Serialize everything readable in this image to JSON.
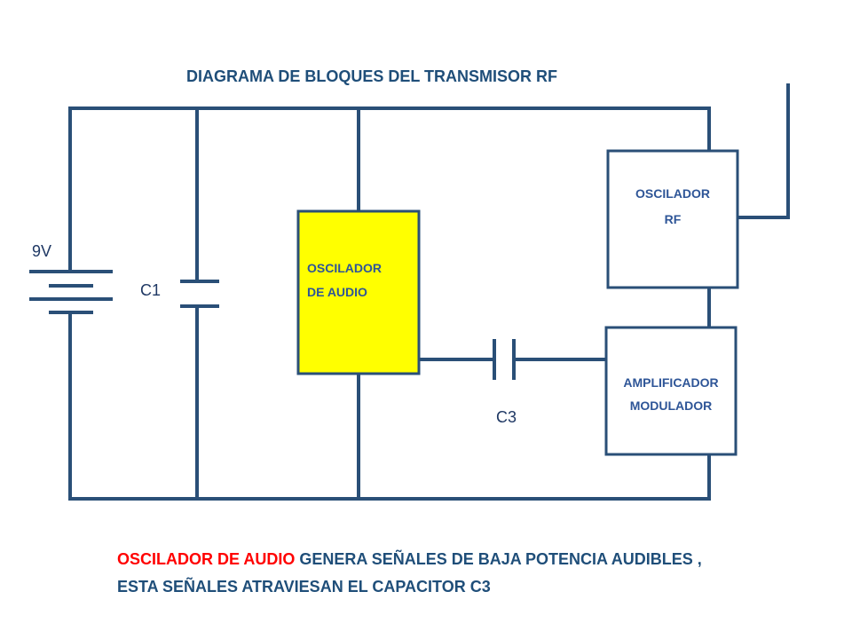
{
  "title": "DIAGRAMA DE BLOQUES DEL TRANSMISOR RF",
  "labels": {
    "battery": "9V",
    "c1": "C1",
    "c3": "C3"
  },
  "blocks": {
    "audio_oscillator": {
      "line1": "OSCILADOR",
      "line2": "DE AUDIO",
      "fill": "#ffff00"
    },
    "rf_oscillator": {
      "line1": "OSCILADOR",
      "line2": "RF",
      "fill": "#ffffff"
    },
    "modulator_amplifier": {
      "line1": "AMPLIFICADOR",
      "line2": "MODULADOR",
      "fill": "#ffffff"
    }
  },
  "caption": {
    "highlight": "OSCILADOR DE AUDIO",
    "line1_rest": " GENERA SEÑALES DE BAJA POTENCIA AUDIBLES ,",
    "line2": "ESTA SEÑALES ATRAVIESAN EL CAPACITOR C3",
    "highlight_color": "#ff0000",
    "text_color": "#1f4e79"
  },
  "colors": {
    "wire": "#2a4f77",
    "text": "#1f3864"
  }
}
